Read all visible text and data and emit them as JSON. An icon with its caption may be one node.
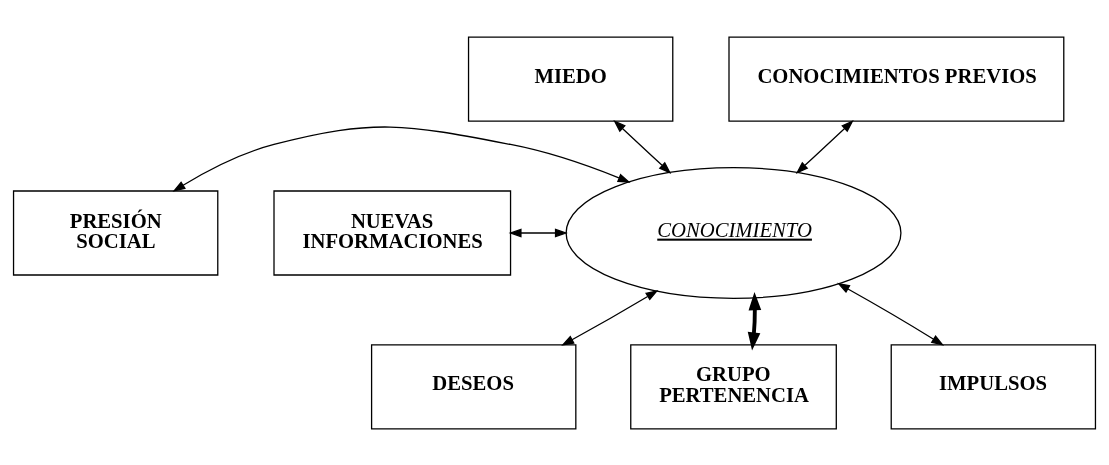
{
  "diagram": {
    "nodes": [
      {
        "text": [
          "MIEDO"
        ]
      },
      {
        "text": [
          "CONOCIMIENTOS PREVIOS"
        ]
      },
      {
        "text": [
          "PRESIÓN SOCIAL"
        ]
      },
      {
        "text": [
          "CONOCIMIENTO"
        ]
      },
      {
        "text": [
          "NUEVAS INFORMACIONES"
        ]
      },
      {
        "text": [
          "DESEOS"
        ]
      },
      {
        "text": [
          "GRUPO PERTENENCIA"
        ]
      },
      {
        "text": [
          "IMPULSOS"
        ]
      }
    ],
    "edges": [
      {
        "from": 0,
        "to": 3,
        "arrow": "both"
      },
      {
        "from": 1,
        "to": 3,
        "arrow": "both"
      },
      {
        "from": 2,
        "to": 3,
        "arrow": "both"
      },
      {
        "from": 4,
        "to": 3,
        "arrow": "both"
      },
      {
        "from": 5,
        "to": 3,
        "arrow": "both"
      },
      {
        "from": 6,
        "to": 3,
        "arrow": "both",
        "style": "thick"
      },
      {
        "from": 7,
        "to": 3,
        "arrow": "both"
      }
    ]
  }
}
